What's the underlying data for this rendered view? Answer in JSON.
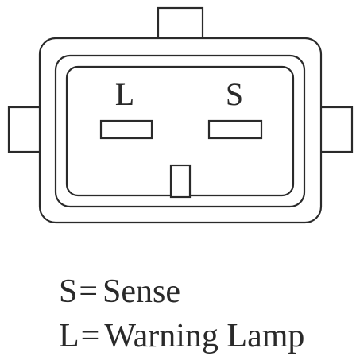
{
  "connector": {
    "pins": [
      {
        "letter": "L"
      },
      {
        "letter": "S"
      }
    ]
  },
  "legend": [
    {
      "letter": "S",
      "equals": "=",
      "meaning": "Sense"
    },
    {
      "letter": "L",
      "equals": "=",
      "meaning": "Warning Lamp"
    }
  ],
  "colors": {
    "line": "#2a2a2a",
    "background": "#ffffff"
  }
}
